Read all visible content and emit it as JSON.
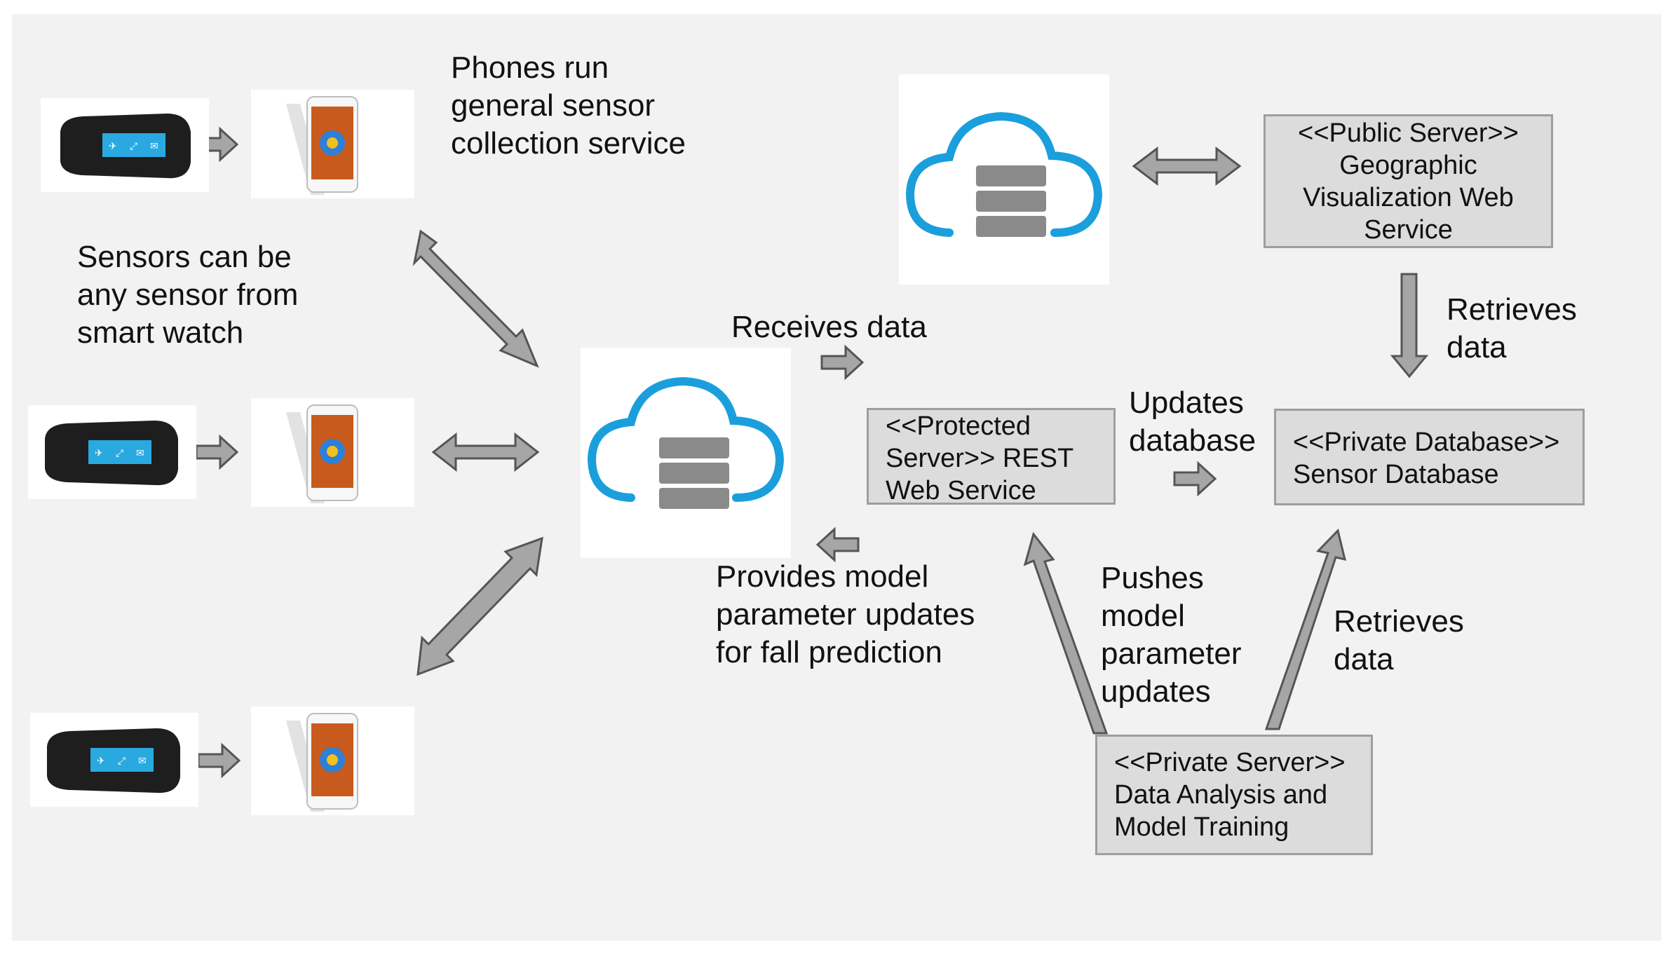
{
  "labels": {
    "phones_run": "Phones run\ngeneral sensor\ncollection service",
    "sensors_can_be": "Sensors can be\nany sensor from\nsmart watch",
    "receives_data": "Receives data",
    "updates_database": "Updates\ndatabase",
    "provides_model": "Provides model\nparameter updates\nfor fall prediction",
    "pushes_model": "Pushes\nmodel\nparameter\nupdates",
    "retrieves_data_top": "Retrieves\ndata",
    "retrieves_data_bottom": "Retrieves\ndata"
  },
  "boxes": {
    "public_server": "<<Public Server>>\nGeographic\nVisualization Web\nService",
    "protected_server": "<<Protected\nServer>> REST\nWeb Service",
    "private_database": "<<Private Database>>\nSensor Database",
    "private_server": "<<Private Server>>\nData Analysis and\nModel Training"
  },
  "icons": {
    "watch": "smart-watch-icon",
    "phone": "smartphone-icon",
    "cloud": "cloud-server-icon"
  },
  "colors": {
    "background": "#f2f2f2",
    "box_fill": "#dcdcdc",
    "box_border": "#9e9e9e",
    "arrow_fill": "#a6a6a6",
    "arrow_stroke": "#555555",
    "cloud_blue": "#1a9fdc",
    "server_gray": "#8a8a8a",
    "watch_screen": "#29a9e0"
  }
}
